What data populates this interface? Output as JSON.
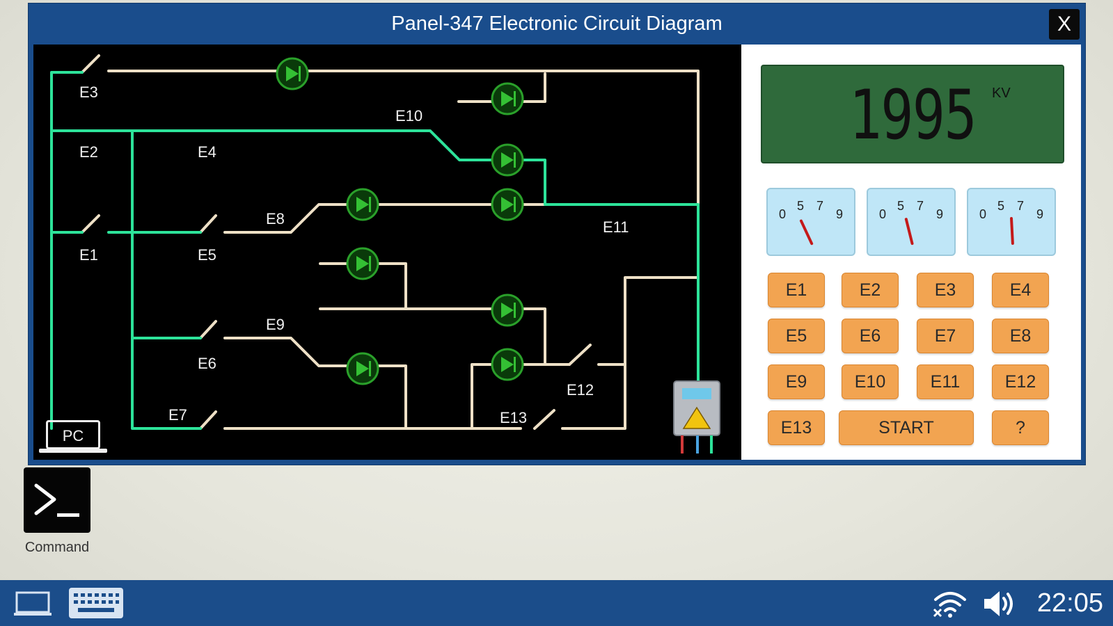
{
  "window": {
    "title": "Panel-347 Electronic Circuit Diagram",
    "close_label": "X"
  },
  "circuit": {
    "labels": [
      "E3",
      "E10",
      "E2",
      "E4",
      "E8",
      "E11",
      "E1",
      "E5",
      "E9",
      "E6",
      "E12",
      "E7",
      "E13"
    ],
    "pc_label": "PC",
    "colors": {
      "active_wire": "#2de39a",
      "inactive_wire": "#eee0c6",
      "diode": "#2aa02a"
    }
  },
  "display": {
    "value": "1995",
    "unit": "KV"
  },
  "gauges": [
    {
      "scale": [
        "0",
        "5",
        "7",
        "9"
      ],
      "needle_level": 4
    },
    {
      "scale": [
        "0",
        "5",
        "7",
        "9"
      ],
      "needle_level": 5
    },
    {
      "scale": [
        "0",
        "5",
        "7",
        "9"
      ],
      "needle_level": 6
    }
  ],
  "keypad": {
    "keys": [
      "E1",
      "E2",
      "E3",
      "E4",
      "E5",
      "E6",
      "E7",
      "E8",
      "E9",
      "E10",
      "E11",
      "E12",
      "E13"
    ],
    "start_label": "START",
    "help_label": "?"
  },
  "desktop": {
    "command_label": "Command"
  },
  "taskbar": {
    "clock": "22:05",
    "icons": [
      "laptop-icon",
      "keyboard-icon",
      "wifi-icon",
      "speaker-icon"
    ]
  }
}
